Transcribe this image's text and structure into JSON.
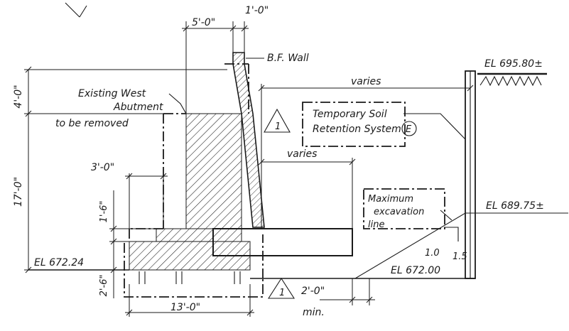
{
  "diagram": {
    "dimensions": {
      "top_width": "5'-0\"",
      "wall_thickness": "1'-0\"",
      "height_upper": "4'-0\"",
      "height_main": "17'-0\"",
      "toe_width": "3'-0\"",
      "footing_step": "1'-6\"",
      "footing_depth": "2'-6\"",
      "footing_width": "13'-0\"",
      "clearance": "2'-0\"",
      "clearance_note": "min.",
      "varies_upper": "varies",
      "varies_lower": "varies"
    },
    "labels": {
      "bf_wall": "B.F. Wall",
      "existing_line1": "Existing West",
      "existing_line2": "Abutment",
      "existing_line3": "to be removed",
      "temp_line1": "Temporary Soil",
      "temp_line2": "Retention System",
      "temp_circle": "E",
      "max_line1": "Maximum",
      "max_line2": "excavation",
      "max_line3": "line",
      "revision_mark": "1",
      "slope_h": "1.0",
      "slope_v": "1.5"
    },
    "elevations": {
      "top": "EL 695.80±",
      "mid": "EL 689.75±",
      "base_right": "EL 672.00",
      "base_left": "EL 672.24"
    }
  }
}
